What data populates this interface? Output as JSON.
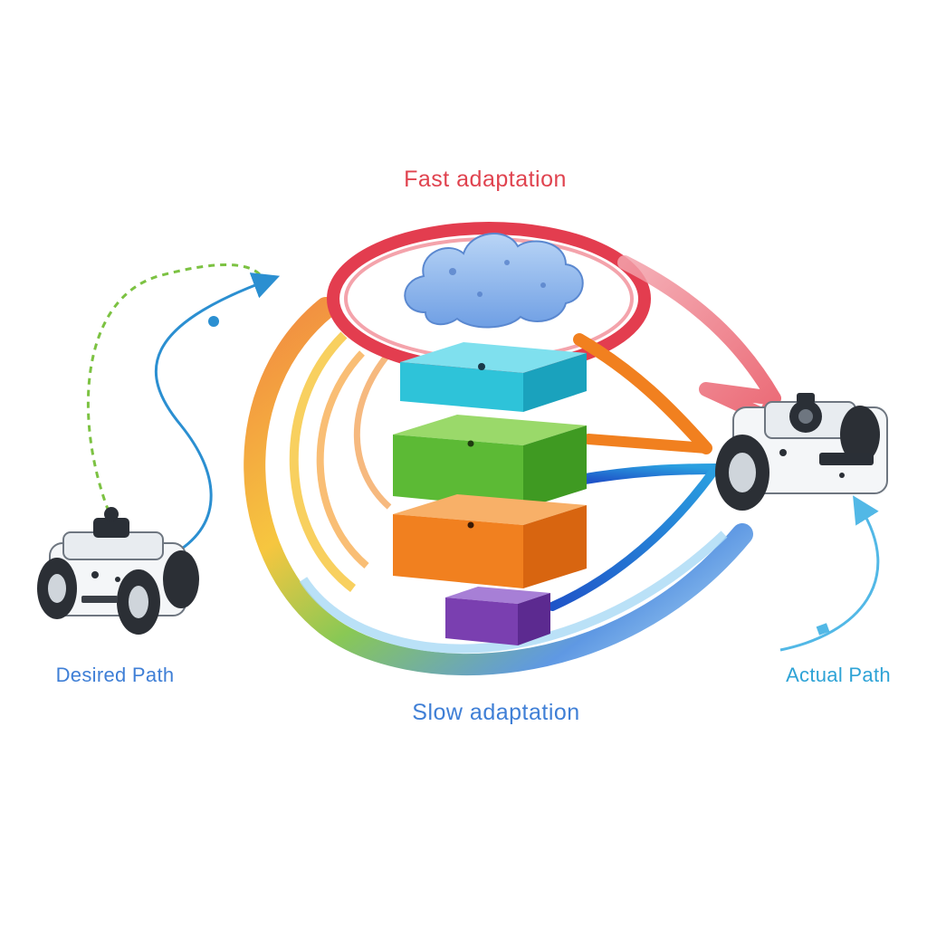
{
  "labels": {
    "fast": "Fast adaptation",
    "slow": "Slow adaptation",
    "desired": "Desired Path",
    "actual": "Actual Path"
  },
  "colors": {
    "fast_loop": "#e33d4f",
    "slow_loop_start": "#f07a2c",
    "slow_loop_end": "#7fc8f0",
    "cloud": "#8ab4ec",
    "layer_cyan": "#2ec3d9",
    "layer_green": "#5cba35",
    "layer_orange": "#f1801f",
    "layer_purple": "#7a3fb0",
    "desired_path": "#2b8fd1",
    "desired_dashed": "#7cc242",
    "actual_path": "#52b8e6",
    "label_fast": "#e0434f",
    "label_slow": "#3f7fd6",
    "label_desired": "#3f7fd6",
    "label_actual": "#2ea3d6"
  },
  "icons": {
    "cloud": "cloud-icon",
    "robot_left": "robot-car-icon",
    "robot_right": "robot-car-icon"
  }
}
